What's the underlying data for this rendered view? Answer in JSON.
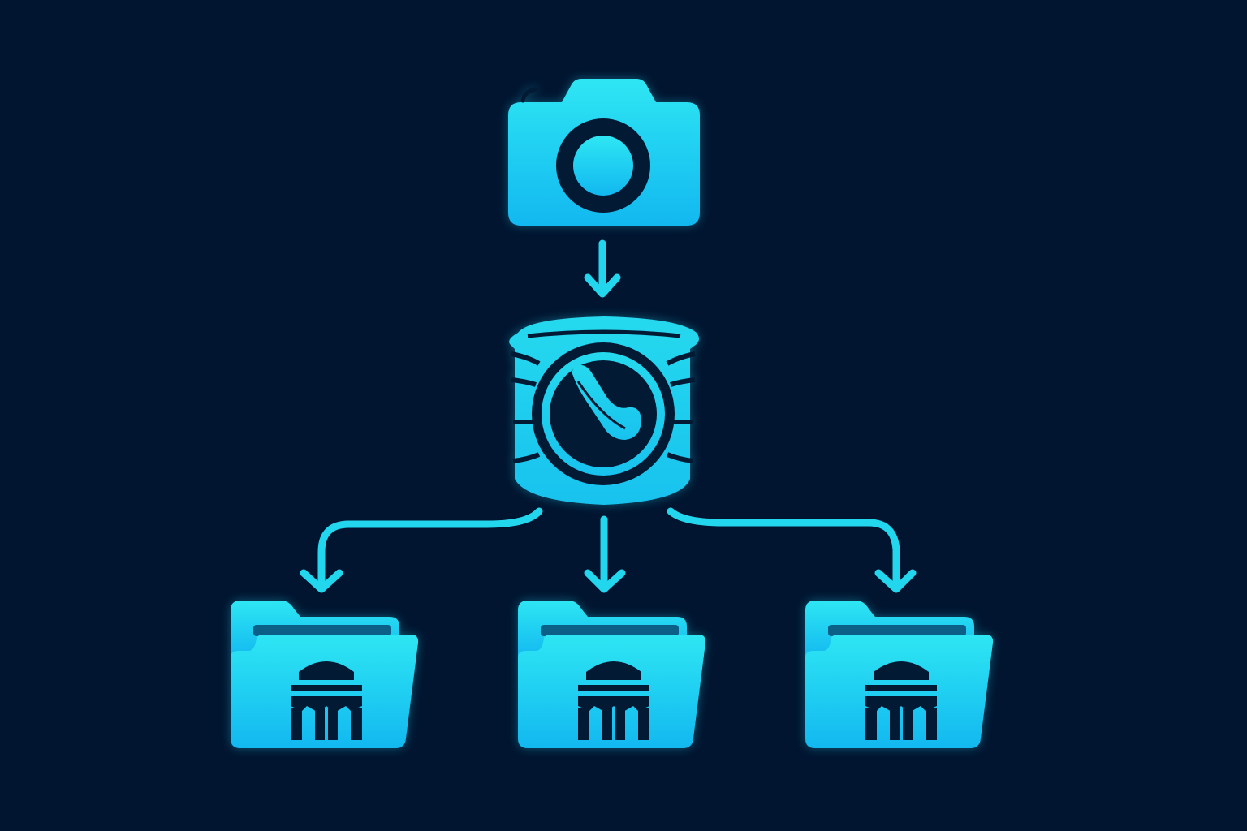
{
  "theme": {
    "background": "#011530",
    "accent_top": "#2ee6f3",
    "accent_bottom": "#12b8f0",
    "dark_detail": "#031a35",
    "arrow": "#22d6ee"
  },
  "nodes": [
    {
      "id": "source",
      "icon": "camera-icon"
    },
    {
      "id": "processor",
      "icon": "processing-hub-icon"
    },
    {
      "id": "folder-1",
      "icon": "folder-icon",
      "emblem": "garment-icon"
    },
    {
      "id": "folder-2",
      "icon": "folder-icon",
      "emblem": "garment-icon"
    },
    {
      "id": "folder-3",
      "icon": "folder-icon",
      "emblem": "garment-icon"
    }
  ],
  "edges": [
    {
      "from": "source",
      "to": "processor"
    },
    {
      "from": "processor",
      "to": "folder-1"
    },
    {
      "from": "processor",
      "to": "folder-2"
    },
    {
      "from": "processor",
      "to": "folder-3"
    }
  ]
}
